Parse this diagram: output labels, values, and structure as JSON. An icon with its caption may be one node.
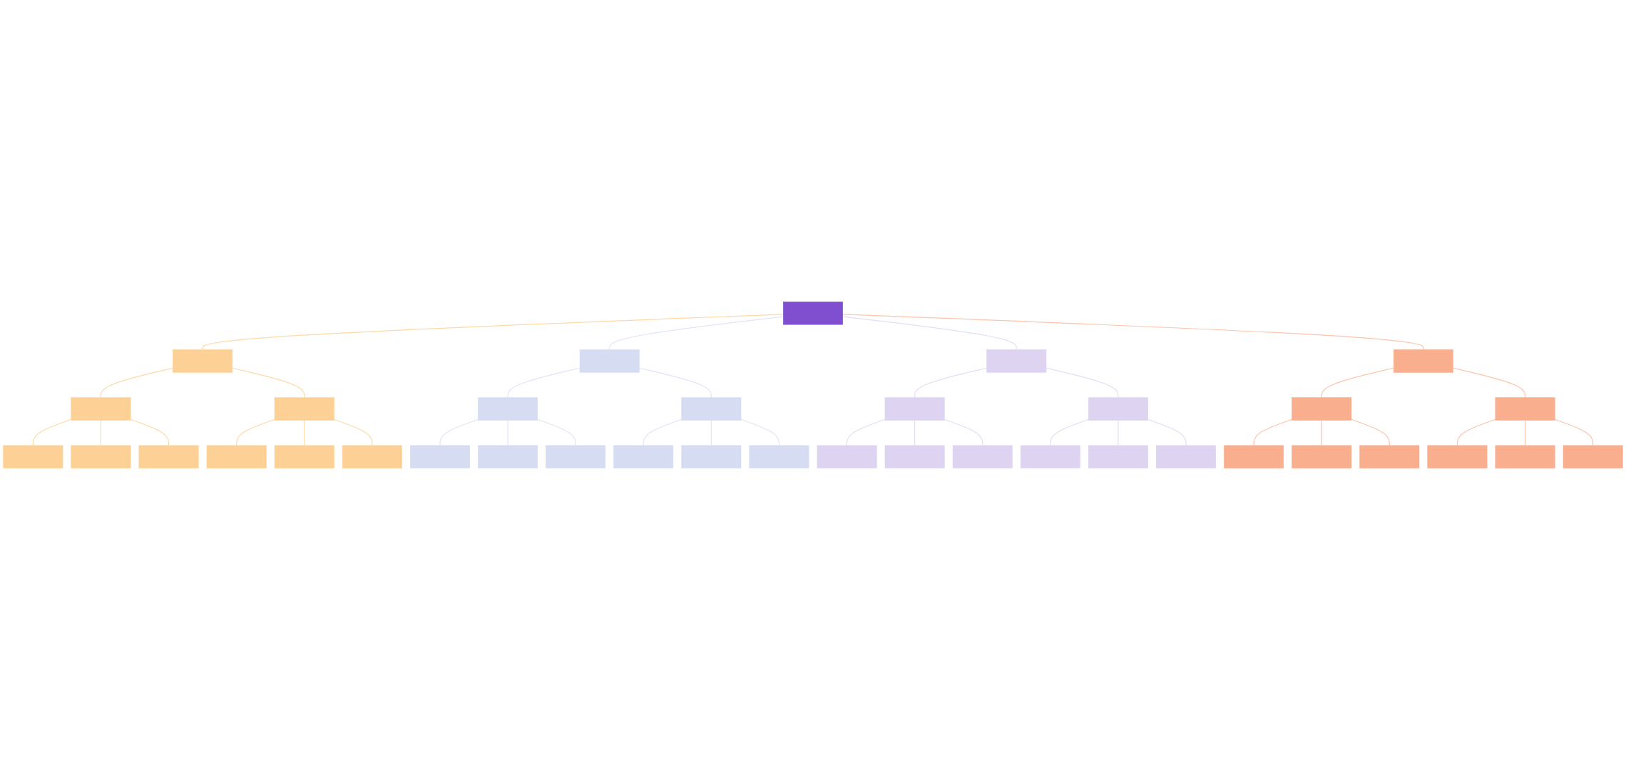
{
  "diagram": {
    "nodes": [
      {
        "text": [],
        "shape": "box"
      },
      {
        "text": [],
        "shape": "box"
      },
      {
        "text": [],
        "shape": "box"
      },
      {
        "text": [],
        "shape": "box"
      },
      {
        "text": [],
        "shape": "box"
      },
      {
        "text": [],
        "shape": "box"
      },
      {
        "text": [],
        "shape": "box"
      },
      {
        "text": [],
        "shape": "box"
      },
      {
        "text": [],
        "shape": "box"
      },
      {
        "text": [],
        "shape": "box"
      },
      {
        "text": [],
        "shape": "box"
      },
      {
        "text": [],
        "shape": "box"
      },
      {
        "text": [],
        "shape": "box"
      },
      {
        "text": [],
        "shape": "box"
      },
      {
        "text": [],
        "shape": "box"
      },
      {
        "text": [],
        "shape": "box"
      },
      {
        "text": [],
        "shape": "box"
      },
      {
        "text": [],
        "shape": "box"
      },
      {
        "text": [],
        "shape": "box"
      },
      {
        "text": [],
        "shape": "box"
      },
      {
        "text": [],
        "shape": "box"
      },
      {
        "text": [],
        "shape": "box"
      },
      {
        "text": [],
        "shape": "box"
      },
      {
        "text": [],
        "shape": "box"
      },
      {
        "text": [],
        "shape": "box"
      },
      {
        "text": [],
        "shape": "box"
      },
      {
        "text": [],
        "shape": "box"
      },
      {
        "text": [],
        "shape": "box"
      },
      {
        "text": [],
        "shape": "box"
      },
      {
        "text": [],
        "shape": "box"
      },
      {
        "text": [],
        "shape": "box"
      },
      {
        "text": [],
        "shape": "box"
      },
      {
        "text": [],
        "shape": "box"
      },
      {
        "text": [],
        "shape": "box"
      },
      {
        "text": [],
        "shape": "box"
      },
      {
        "text": [],
        "shape": "box"
      },
      {
        "text": [],
        "shape": "box"
      }
    ],
    "edges": [
      {
        "from": 18,
        "to": 14,
        "arrow": "none",
        "color": "#fdd9a8"
      },
      {
        "from": 18,
        "to": 17,
        "arrow": "none",
        "color": "#dfe5f5"
      },
      {
        "from": 18,
        "to": 19,
        "arrow": "none",
        "color": "#e4dcf3"
      },
      {
        "from": 18,
        "to": 22,
        "arrow": "none",
        "color": "#fbc4ac"
      },
      {
        "from": 14,
        "to": 6,
        "arrow": "none",
        "color": "#fdd9a8"
      },
      {
        "from": 14,
        "to": 7,
        "arrow": "none",
        "color": "#fdd9a8"
      },
      {
        "from": 6,
        "to": 0,
        "arrow": "none",
        "color": "#fdd9a8"
      },
      {
        "from": 6,
        "to": 1,
        "arrow": "none",
        "color": "#fdd9a8"
      },
      {
        "from": 6,
        "to": 2,
        "arrow": "none",
        "color": "#fdd9a8"
      },
      {
        "from": 7,
        "to": 3,
        "arrow": "none",
        "color": "#fdd9a8"
      },
      {
        "from": 7,
        "to": 4,
        "arrow": "none",
        "color": "#fdd9a8"
      },
      {
        "from": 7,
        "to": 5,
        "arrow": "none",
        "color": "#fdd9a8"
      },
      {
        "from": 17,
        "to": 11,
        "arrow": "none",
        "color": "#dfe5f5"
      },
      {
        "from": 17,
        "to": 24,
        "arrow": "none",
        "color": "#dfe5f5"
      },
      {
        "from": 11,
        "to": 8,
        "arrow": "none",
        "color": "#dfe5f5"
      },
      {
        "from": 11,
        "to": 10,
        "arrow": "none",
        "color": "#dfe5f5"
      },
      {
        "from": 11,
        "to": 15,
        "arrow": "none",
        "color": "#dfe5f5"
      },
      {
        "from": 24,
        "to": 20,
        "arrow": "none",
        "color": "#dfe5f5"
      },
      {
        "from": 24,
        "to": 23,
        "arrow": "none",
        "color": "#dfe5f5"
      },
      {
        "from": 24,
        "to": 27,
        "arrow": "none",
        "color": "#dfe5f5"
      },
      {
        "from": 19,
        "to": 12,
        "arrow": "none",
        "color": "#e4dcf3"
      },
      {
        "from": 19,
        "to": 25,
        "arrow": "none",
        "color": "#e4dcf3"
      },
      {
        "from": 12,
        "to": 9,
        "arrow": "none",
        "color": "#e4dcf3"
      },
      {
        "from": 12,
        "to": 13,
        "arrow": "none",
        "color": "#e4dcf3"
      },
      {
        "from": 12,
        "to": 16,
        "arrow": "none",
        "color": "#e4dcf3"
      },
      {
        "from": 25,
        "to": 21,
        "arrow": "none",
        "color": "#e4dcf3"
      },
      {
        "from": 25,
        "to": 26,
        "arrow": "none",
        "color": "#e4dcf3"
      },
      {
        "from": 25,
        "to": 28,
        "arrow": "none",
        "color": "#e4dcf3"
      },
      {
        "from": 22,
        "to": 29,
        "arrow": "none",
        "color": "#fbc4ac"
      },
      {
        "from": 22,
        "to": 30,
        "arrow": "none",
        "color": "#fbc4ac"
      },
      {
        "from": 29,
        "to": 31,
        "arrow": "none",
        "color": "#fbc4ac"
      },
      {
        "from": 29,
        "to": 32,
        "arrow": "none",
        "color": "#fbc4ac"
      },
      {
        "from": 29,
        "to": 33,
        "arrow": "none",
        "color": "#fbc4ac"
      },
      {
        "from": 30,
        "to": 34,
        "arrow": "none",
        "color": "#fbc4ac"
      },
      {
        "from": 30,
        "to": 35,
        "arrow": "none",
        "color": "#fbc4ac"
      },
      {
        "from": 30,
        "to": 36,
        "arrow": "none",
        "color": "#fbc4ac"
      }
    ]
  }
}
